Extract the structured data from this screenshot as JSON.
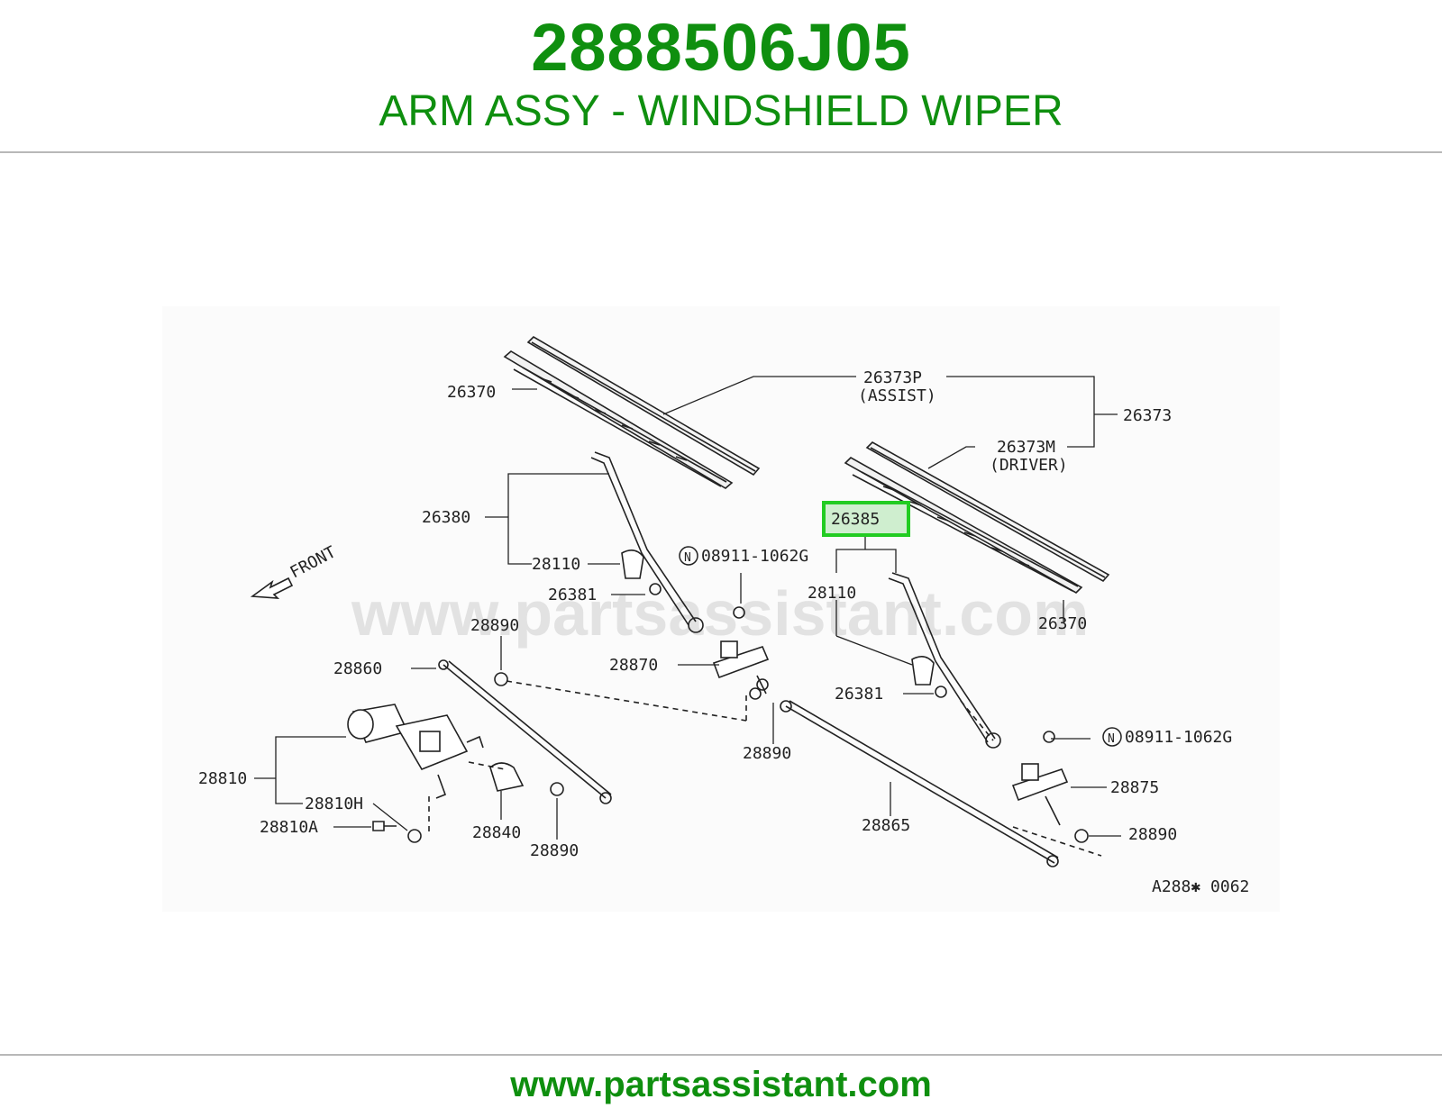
{
  "header": {
    "part_number": "2888506J05",
    "description": "ARM ASSY - WINDSHIELD WIPER"
  },
  "diagram": {
    "watermark": "www.partsassistant.com",
    "front_label": "FRONT",
    "code": "A288✱ 0062",
    "highlighted_part": "26385",
    "labels": {
      "p26370_left": "26370",
      "p26373p": "26373P",
      "assist": "(ASSIST)",
      "p26373": "26373",
      "p26373m": "26373M",
      "driver": "(DRIVER)",
      "p26380": "26380",
      "p28110_left": "28110",
      "p26381_left": "26381",
      "p08911_left": "08911-1062G",
      "p26385": "26385",
      "p28110_right": "28110",
      "p26370_right": "26370",
      "p28890_a": "28890",
      "p28860": "28860",
      "p28870": "28870",
      "p26381_right": "26381",
      "p28810": "28810",
      "p28890_b": "28890",
      "p08911_right": "08911-1062G",
      "p28875": "28875",
      "p28810h": "28810H",
      "p28810a": "28810A",
      "p28840": "28840",
      "p28890_c": "28890",
      "p28865": "28865",
      "p28890_d": "28890"
    }
  },
  "footer": {
    "url": "www.partsassistant.com"
  },
  "colors": {
    "brand_green": "#0f8f0f",
    "highlight_green": "#22cc22",
    "rule_gray": "#b8b8b8"
  }
}
